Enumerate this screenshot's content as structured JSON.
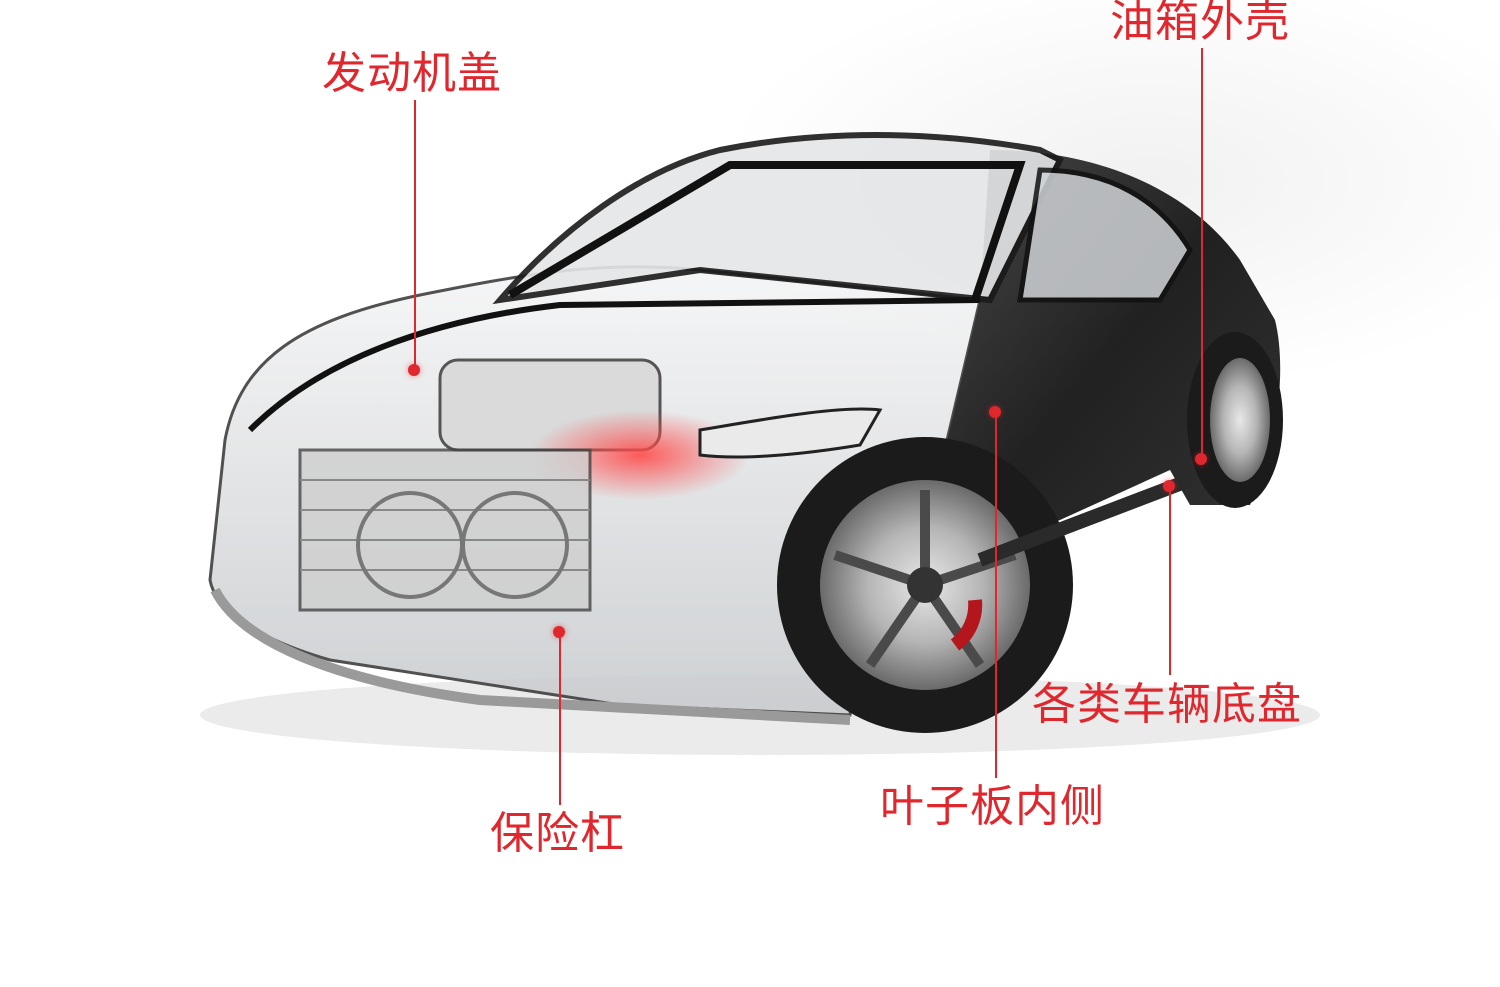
{
  "callouts": {
    "hood": "发动机盖",
    "tank": "油箱外壳",
    "bumper": "保险杠",
    "fender": "叶子板内侧",
    "chassis": "各类车辆底盘"
  },
  "colors": {
    "accent": "#e0272e",
    "body": "#141414",
    "glass": "#c9ccd0"
  },
  "image": {
    "description_icon": "transparent-car-illustration"
  }
}
